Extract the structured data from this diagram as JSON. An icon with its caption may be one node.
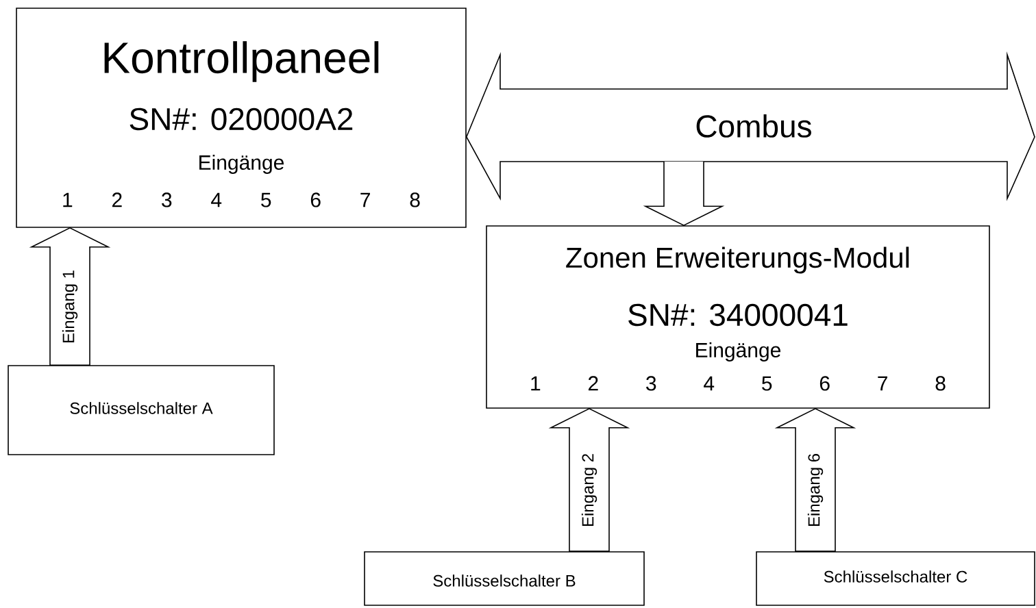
{
  "diagram": {
    "nodes": [
      {
        "text": [
          "Kontrollpaneel",
          "SN#: 020000A2",
          "Eingänge",
          "1 2 3 4 5 6 7 8"
        ]
      },
      {
        "text": [
          "Zonen Erweiterungs-Modul",
          "SN#: 34000041",
          "Eingänge",
          "1 2 3 4 5 6 7 8"
        ]
      },
      {
        "text": [
          "Schlüsselschalter A"
        ]
      },
      {
        "text": [
          "Schlüsselschalter B"
        ]
      },
      {
        "text": [
          "Schlüsselschalter C"
        ]
      }
    ],
    "edges": [
      {
        "from": 0,
        "to": null,
        "arrow": "both",
        "label": "Combus"
      },
      {
        "from": null,
        "to": 1,
        "arrow": "to"
      },
      {
        "from": 2,
        "to": 0,
        "arrow": "to",
        "label": "Eingang 1"
      },
      {
        "from": 3,
        "to": 1,
        "arrow": "to",
        "label": "Eingang 2"
      },
      {
        "from": 4,
        "to": 1,
        "arrow": "to",
        "label": "Eingang 6"
      }
    ]
  }
}
